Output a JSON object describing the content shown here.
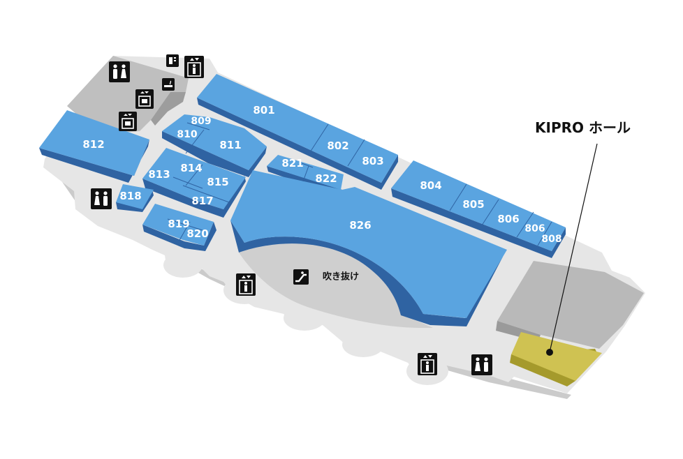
{
  "colors": {
    "floor": "#e6e6e6",
    "floor_side": "#c9c9c9",
    "room_top": "#5aa4e0",
    "room_side": "#2f63a2",
    "service": "#c0c0c0",
    "service_side": "#9a9a9a",
    "highlight_top": "#cfc252",
    "highlight_side": "#a59a2c",
    "void": "#d0d0d0",
    "icon_bg": "#111111"
  },
  "rooms": [
    {
      "id": "801",
      "label": "801"
    },
    {
      "id": "802",
      "label": "802"
    },
    {
      "id": "803",
      "label": "803"
    },
    {
      "id": "804",
      "label": "804"
    },
    {
      "id": "805",
      "label": "805"
    },
    {
      "id": "806",
      "label": "806"
    },
    {
      "id": "806b",
      "label": "806"
    },
    {
      "id": "808",
      "label": "808"
    },
    {
      "id": "809",
      "label": "809"
    },
    {
      "id": "810",
      "label": "810"
    },
    {
      "id": "811",
      "label": "811"
    },
    {
      "id": "812",
      "label": "812"
    },
    {
      "id": "813",
      "label": "813"
    },
    {
      "id": "814",
      "label": "814"
    },
    {
      "id": "815",
      "label": "815"
    },
    {
      "id": "817",
      "label": "817"
    },
    {
      "id": "818",
      "label": "818"
    },
    {
      "id": "819",
      "label": "819"
    },
    {
      "id": "820",
      "label": "820"
    },
    {
      "id": "821",
      "label": "821"
    },
    {
      "id": "822",
      "label": "822"
    },
    {
      "id": "826",
      "label": "826"
    }
  ],
  "void_label": "吹き抜け",
  "callout": {
    "label": "KIPRO ホール"
  },
  "icons": [
    "restroom-icon",
    "elevator-icon",
    "escalator-icon",
    "service-elevator-icon",
    "smoking-room-icon"
  ]
}
